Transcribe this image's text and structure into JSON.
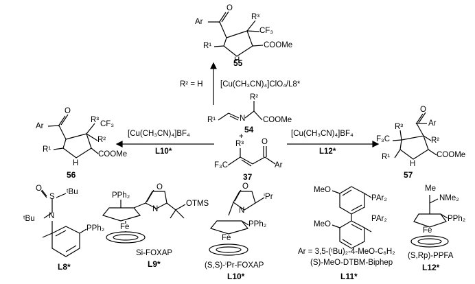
{
  "reagents": {
    "top": "R² = H",
    "top_conditions": "[Cu(CH₃CN)₄]ClO₄/L8*",
    "left_conditions": "[Cu(CH₃CN)₄]BF₄",
    "left_ligand": "L10*",
    "right_conditions": "[Cu(CH₃CN)₄]BF₄",
    "right_ligand": "L12*",
    "plus": "+"
  },
  "compounds": {
    "c55": "55",
    "c54": "54",
    "c56": "56",
    "c37": "37",
    "c57": "57"
  },
  "atom_labels": {
    "ar": "Ar",
    "r1": "R¹",
    "r2": "R²",
    "r3": "R³",
    "cf3": "CF₃",
    "f3c": "F₃C",
    "nh": "N",
    "h": "H",
    "coome": "COOMe",
    "n": "N",
    "o": "O",
    "s": "S",
    "tbu": "ᵗBu",
    "pph2": "PPh₂",
    "otms": "OTMS",
    "fe": "Fe",
    "ipr": "ⁱPr",
    "meo": "MeO",
    "par2": "PAr₂",
    "me": "Me",
    "nme2": "NMe₂"
  },
  "ligands": {
    "l8_label": "L8*",
    "l9_name": "Si-FOXAP",
    "l9_label": "L9*",
    "l10_name": "(S,S)-ⁱPr-FOXAP",
    "l10_label": "L10*",
    "l11_ar": "Ar = 3,5-(ᵗBu)₂-4-MeO-C₆H₂",
    "l11_name": "(S)-MeO-DTBM-Biphep",
    "l11_label": "L11*",
    "l12_name": "(S,Rp)-PPFA",
    "l12_label": "L12*"
  }
}
